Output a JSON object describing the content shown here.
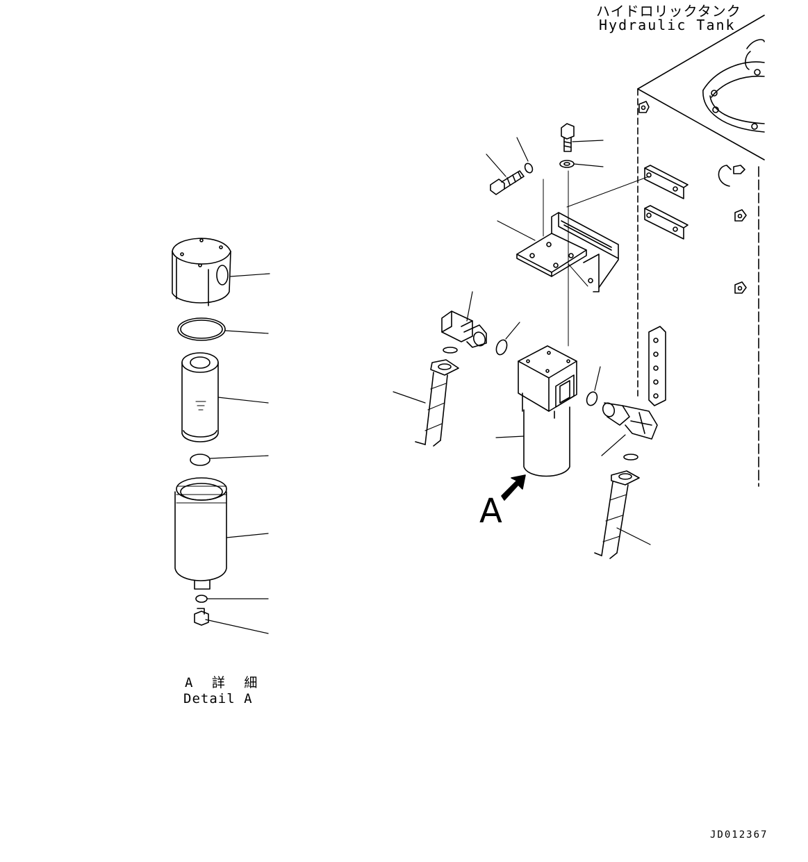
{
  "title": {
    "jp": "ハイドロリックタンク",
    "en": "Hydraulic Tank"
  },
  "detail": {
    "jp": "A 詳 細",
    "en": "Detail A"
  },
  "view_marker": "A",
  "drawing_number": "JD012367",
  "colors": {
    "line": "#000000",
    "background": "#ffffff"
  }
}
